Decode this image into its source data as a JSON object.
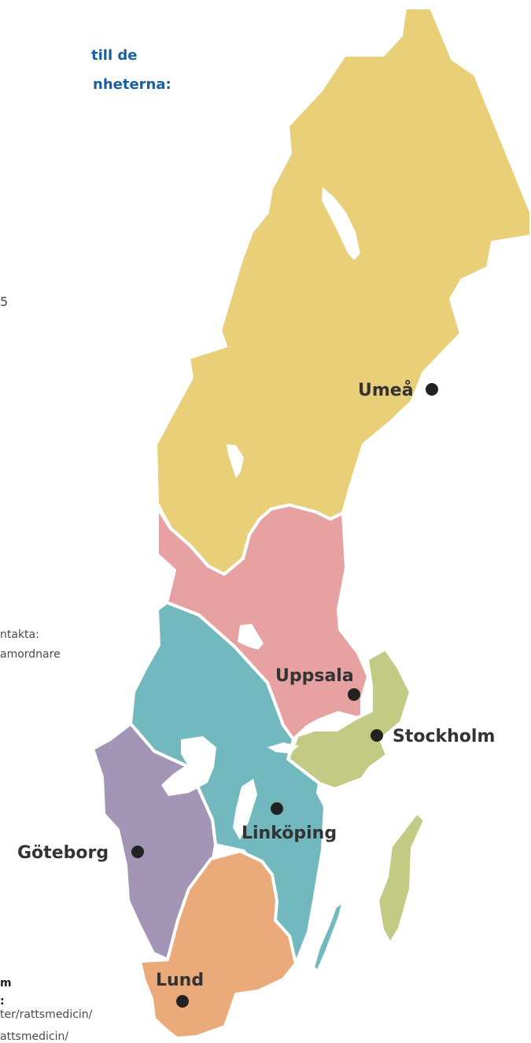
{
  "heading": {
    "line1": "till de",
    "line2": "nheterna:"
  },
  "side_text": {
    "fragment_right_edge": "5",
    "contact_line1": "ntakta:",
    "contact_line2": "amordnare",
    "bold_line1": "m",
    "bold_line2": ":",
    "url_line1": "ter/rattsmedicin/",
    "url_line2": "attsmedicin/"
  },
  "regions": [
    {
      "id": "umea",
      "color": "#e8cf78"
    },
    {
      "id": "uppsala",
      "color": "#e8a1a1"
    },
    {
      "id": "stockholm",
      "color": "#c2ca84"
    },
    {
      "id": "linkoping",
      "color": "#72b8bf"
    },
    {
      "id": "goteborg",
      "color": "#a295b5"
    },
    {
      "id": "lund",
      "color": "#eaaa79"
    }
  ],
  "cities": {
    "umea": "Umeå",
    "uppsala": "Uppsala",
    "stockholm": "Stockholm",
    "linkoping": "Linköping",
    "goteborg": "Göteborg",
    "lund": "Lund"
  },
  "marker_color": "#222222"
}
